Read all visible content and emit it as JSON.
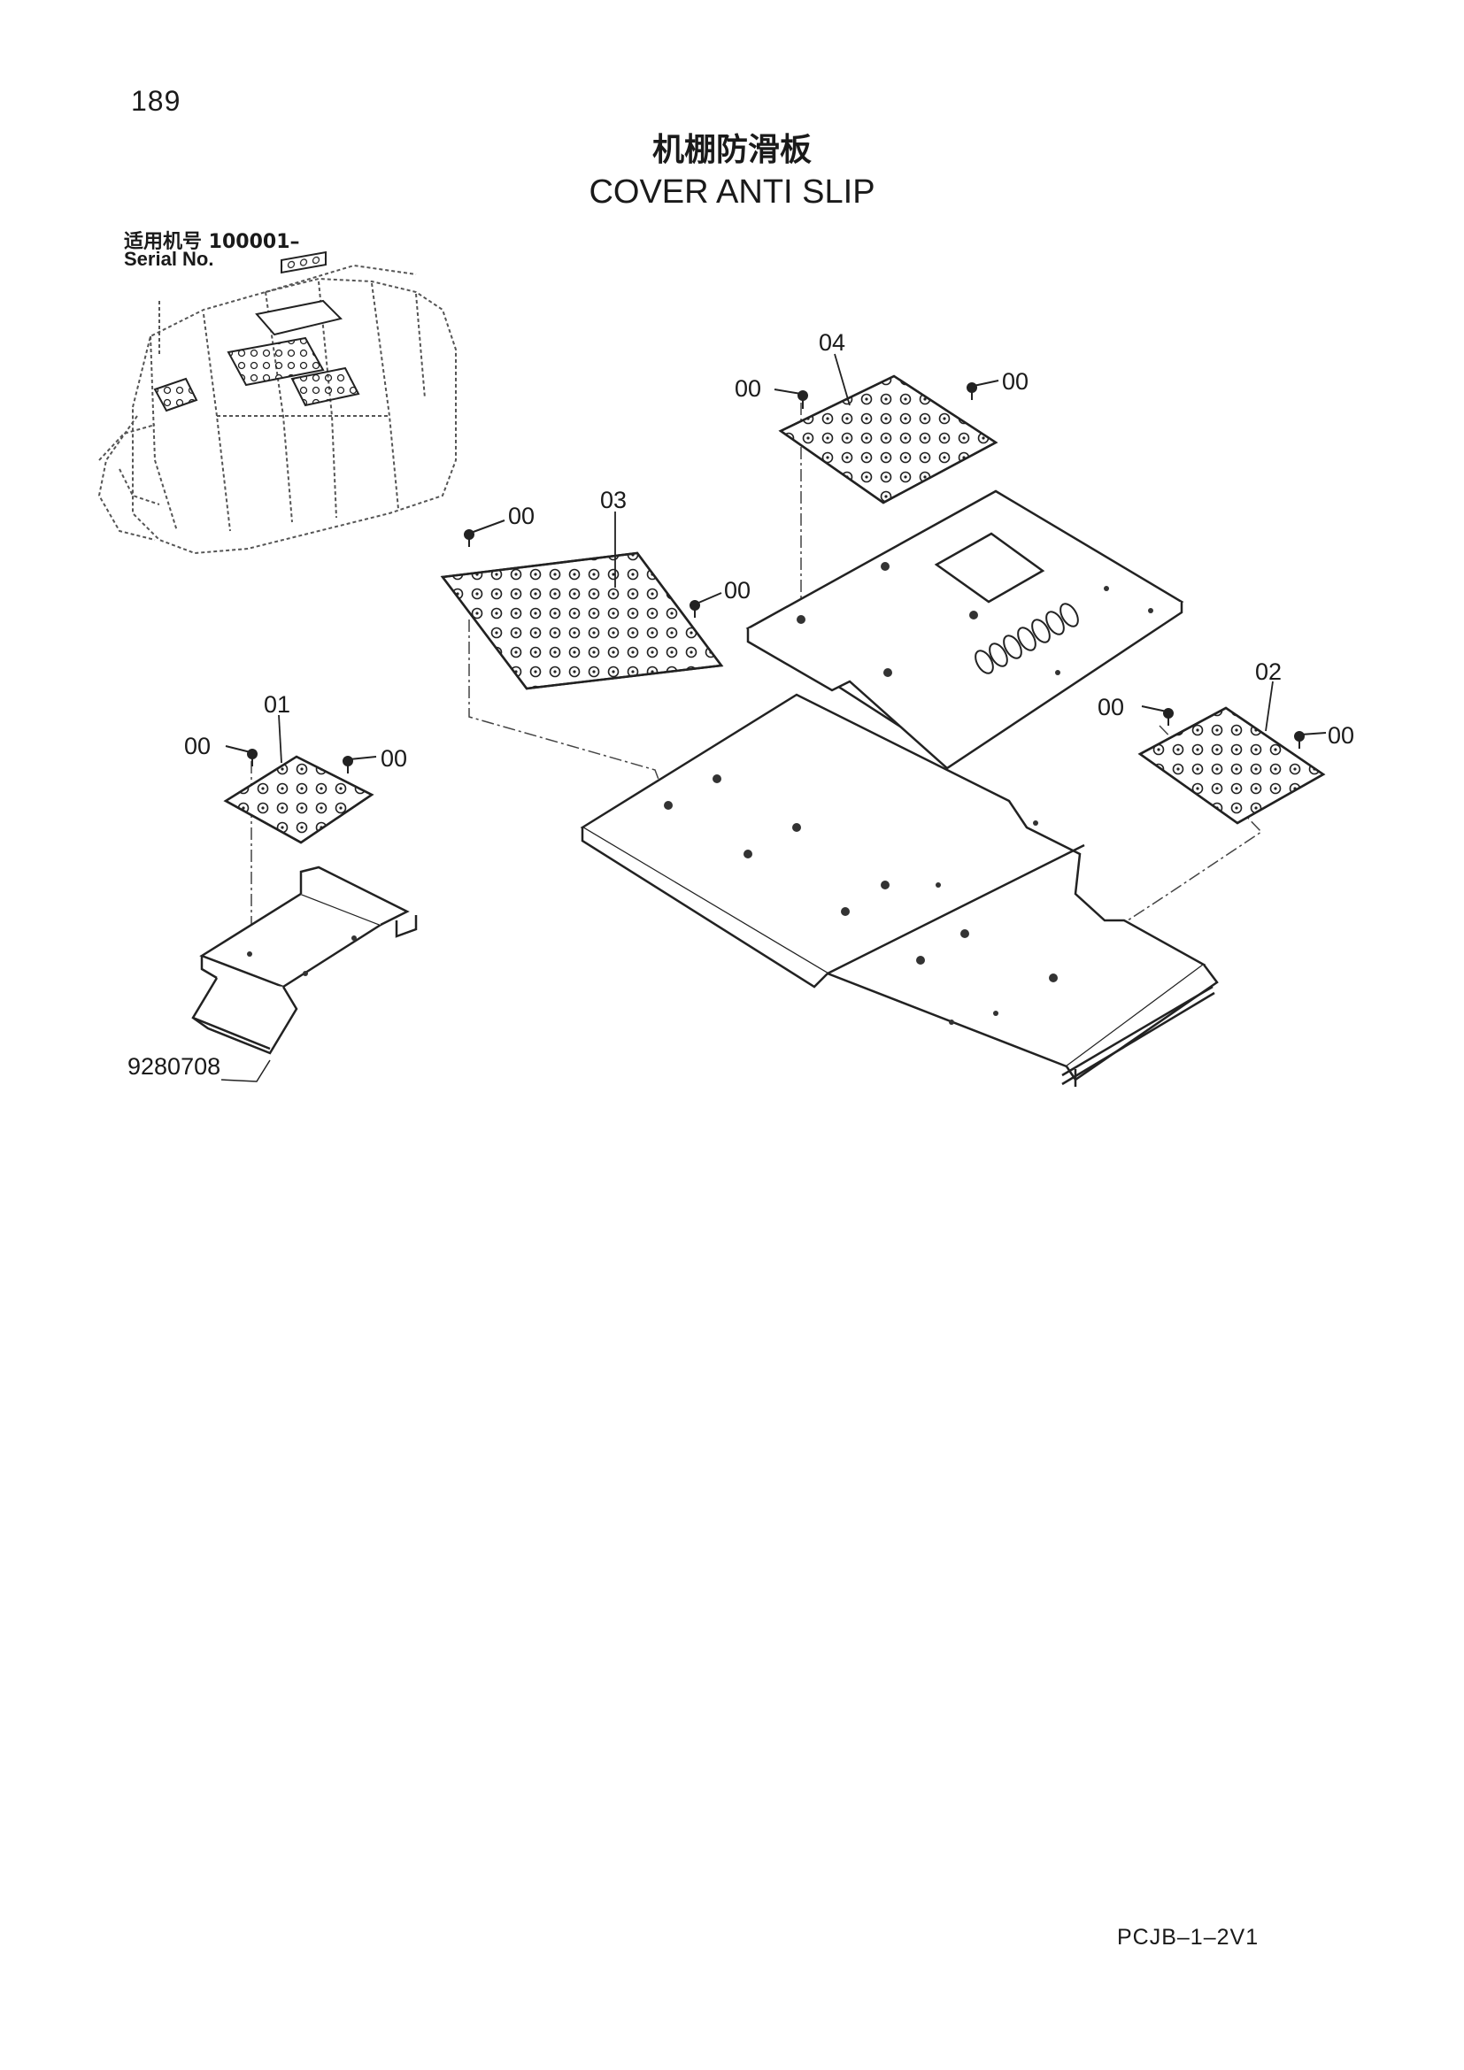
{
  "header": {
    "page_number": "189",
    "title_cn": "机棚防滑板",
    "title_en": "COVER ANTI SLIP"
  },
  "serial": {
    "label_cn": "适用机号  100001–",
    "label_en": "Serial No."
  },
  "diagram": {
    "figure_number": "9280708",
    "callouts": {
      "c01": "01",
      "c02": "02",
      "c03": "03",
      "c04": "04",
      "c00_a": "00",
      "c00_b": "00",
      "c00_c": "00",
      "c00_d": "00",
      "c00_e": "00",
      "c00_f": "00",
      "c00_g": "00",
      "c00_h": "00"
    }
  },
  "footer": {
    "code": "PCJB–1–2V1"
  }
}
